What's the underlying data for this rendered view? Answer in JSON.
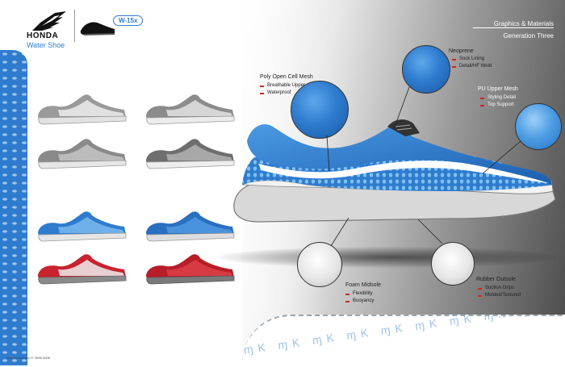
{
  "brand": {
    "name": "HONDA",
    "product": "Water Shoe",
    "model": "W-15x",
    "accent_color": "#2f7ccf"
  },
  "header": {
    "title": "Graphics & Materials",
    "subtitle": "Generation Three"
  },
  "colorways": [
    "grey",
    "grey",
    "grey",
    "grey",
    "blue",
    "blue",
    "red",
    "red"
  ],
  "callouts": {
    "poly_mesh": {
      "title": "Poly Open Cell Mesh",
      "bullets": [
        "Breathable Upper",
        "Waterproof"
      ]
    },
    "neoprene": {
      "title": "Neoprene",
      "bullets": [
        "Sock Lining",
        "Detail/HF Weld"
      ]
    },
    "pu_upper": {
      "title": "PU Upper Mesh",
      "bullets": [
        "Styling Detail",
        "Top Support"
      ]
    },
    "foam_midsole": {
      "title": "Foam Midsole",
      "bullets": [
        "Flexibility",
        "Buoyancy"
      ]
    },
    "rubber_outsole": {
      "title": "Rubber Outsole",
      "bullets": [
        "Suction Grips",
        "Molded/Textured"
      ]
    }
  },
  "footer": {
    "credit": "Matt Kovanevich © 2006-2008"
  }
}
